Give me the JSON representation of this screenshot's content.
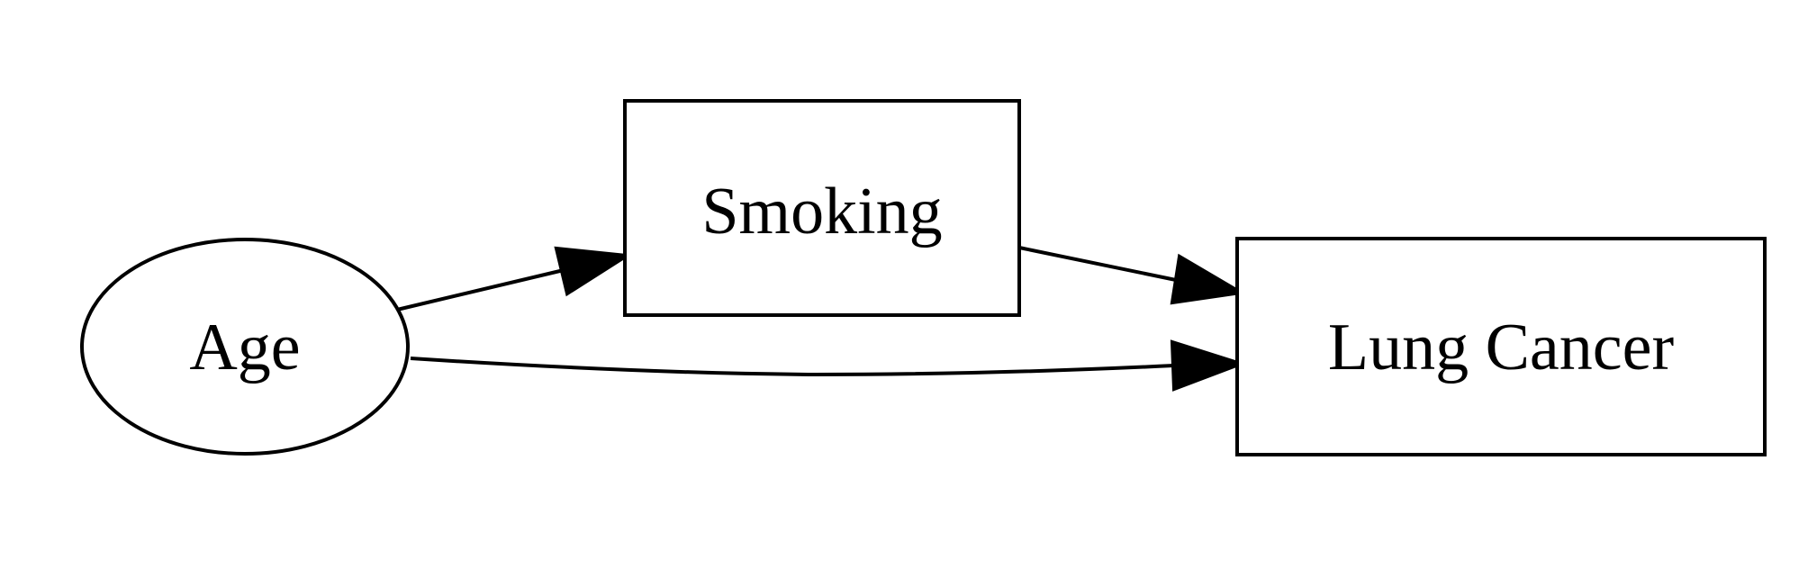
{
  "diagram": {
    "nodes": {
      "age": {
        "label": "Age",
        "shape": "ellipse"
      },
      "smoking": {
        "label": "Smoking",
        "shape": "box"
      },
      "lung_cancer": {
        "label": "Lung Cancer",
        "shape": "box"
      }
    },
    "edges": [
      {
        "from": "Age",
        "to": "Smoking"
      },
      {
        "from": "Smoking",
        "to": "Lung Cancer"
      },
      {
        "from": "Age",
        "to": "Lung Cancer"
      }
    ],
    "colors": {
      "stroke": "#000000",
      "fill": "#ffffff",
      "background": "#ffffff"
    }
  }
}
